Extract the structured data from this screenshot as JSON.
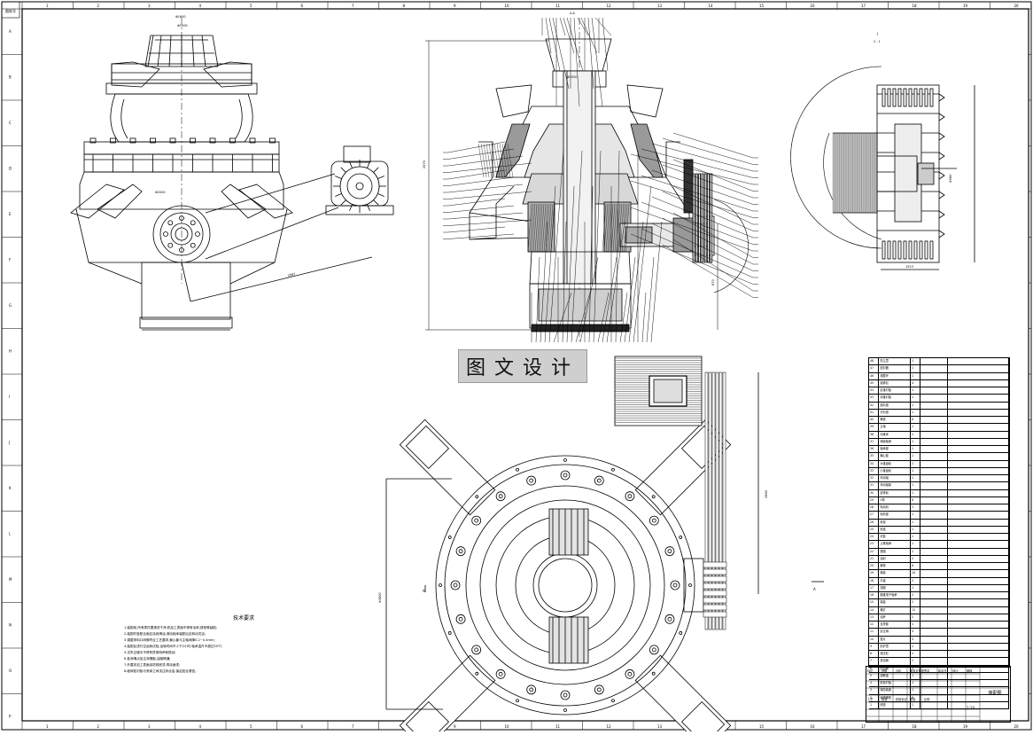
{
  "drawing": {
    "watermark_text": "图文设计",
    "top_left_tag": "图纸号",
    "column_numbers": [
      "1",
      "2",
      "3",
      "4",
      "5",
      "6",
      "7",
      "8",
      "9",
      "10",
      "11",
      "12",
      "13",
      "14",
      "15",
      "16",
      "17",
      "18",
      "19",
      "20"
    ],
    "row_letters": [
      "A",
      "B",
      "C",
      "D",
      "E",
      "F",
      "G",
      "H",
      "I",
      "J",
      "K",
      "L",
      "M",
      "N",
      "O",
      "P"
    ],
    "section_label": "A-A",
    "section_arrow": "A",
    "detail_label": "I",
    "detail_scale": "2 : 1",
    "dims": {
      "top_dia_1": "Φ1600",
      "top_dia_2": "Φ1000",
      "mid_dia": "Φ2000",
      "belt_len": "2987",
      "height": "2670",
      "right_height": "870",
      "base_dia": "Φ3800",
      "plan_dia": "Φ3300",
      "belt_dist": "2860",
      "detail_width": "1913",
      "detail_dia": "Φ580"
    },
    "tech_notes_title": "技术要求",
    "tech_notes": [
      "1.装配前,所有零件要清洗干净,机加工表面不得有毛刺,锈斑等缺陷;",
      "2.装配时各配合面应涂润滑油,滚动轴承装配后应转动灵活;",
      "3.调整排料口间隙符合工艺要求,偏心套与主轴间隙0.2~0.4mm;",
      "4.装配后进行空运转试验,运转时间不少于2小时,轴承温升不超过35℃;",
      "5.试车过程中不得有异常响声和振动;",
      "6.各润滑点加注润滑脂,油路畅通;",
      "7.外露非加工表面涂防锈底漆,再涂面漆;",
      "8.破碎腔衬板与壳体之间浇注锌合金,保证贴合紧密。"
    ],
    "bom_rows": [
      [
        "48",
        "防尘罩",
        "1"
      ],
      [
        "47",
        "密封圈",
        "1"
      ],
      [
        "46",
        "调整环",
        "1"
      ],
      [
        "45",
        "锁紧缸",
        "4"
      ],
      [
        "44",
        "定锥衬板",
        "1"
      ],
      [
        "43",
        "动锥衬板",
        "1"
      ],
      [
        "42",
        "给料盘",
        "1"
      ],
      [
        "41",
        "分料盘",
        "1"
      ],
      [
        "40",
        "螺栓",
        "8"
      ],
      [
        "39",
        "主轴",
        "1"
      ],
      [
        "38",
        "动锥体",
        "1"
      ],
      [
        "37",
        "球面轴承",
        "1"
      ],
      [
        "36",
        "轴承座",
        "1"
      ],
      [
        "35",
        "偏心套",
        "1"
      ],
      [
        "34",
        "大锥齿轮",
        "1"
      ],
      [
        "33",
        "小锥齿轮",
        "1"
      ],
      [
        "32",
        "传动轴",
        "1"
      ],
      [
        "31",
        "传动轴架",
        "1"
      ],
      [
        "30",
        "皮带轮",
        "1"
      ],
      [
        "29",
        "V带",
        "6"
      ],
      [
        "28",
        "电动机",
        "1"
      ],
      [
        "27",
        "电机座",
        "1"
      ],
      [
        "26",
        "机架",
        "1"
      ],
      [
        "25",
        "底盖",
        "1"
      ],
      [
        "24",
        "衬套",
        "1"
      ],
      [
        "23",
        "止推轴承",
        "1"
      ],
      [
        "22",
        "垫圈",
        "2"
      ],
      [
        "21",
        "油封",
        "2"
      ],
      [
        "20",
        "螺母",
        "8"
      ],
      [
        "19",
        "弹簧",
        "10"
      ],
      [
        "18",
        "平键",
        "2"
      ],
      [
        "17",
        "挡圈",
        "1"
      ],
      [
        "16",
        "圆锥滚子轴承",
        "2"
      ],
      [
        "15",
        "端盖",
        "2"
      ],
      [
        "14",
        "螺钉",
        "12"
      ],
      [
        "13",
        "油杯",
        "2"
      ],
      [
        "12",
        "支撑套",
        "1"
      ],
      [
        "11",
        "定位销",
        "4"
      ],
      [
        "10",
        "垫片",
        "4"
      ],
      [
        "9",
        "防护罩",
        "1"
      ],
      [
        "8",
        "液压缸",
        "2"
      ],
      [
        "7",
        "进油管",
        "1"
      ],
      [
        "6",
        "出油管",
        "1"
      ],
      [
        "5",
        "观察盖",
        "1"
      ],
      [
        "4",
        "机架衬板",
        "1"
      ],
      [
        "3",
        "保险装置",
        "1"
      ],
      [
        "2",
        "地脚螺栓",
        "8"
      ],
      [
        "1",
        "底座",
        "1"
      ]
    ],
    "title_block": {
      "drawing_name": "装配图",
      "labels": [
        "标记",
        "处数",
        "分区",
        "更改文件号",
        "签名",
        "年月日",
        "设计",
        "审核",
        "工艺",
        "批准",
        "阶段标记",
        "重量",
        "比例"
      ],
      "scale": "1:10"
    }
  }
}
